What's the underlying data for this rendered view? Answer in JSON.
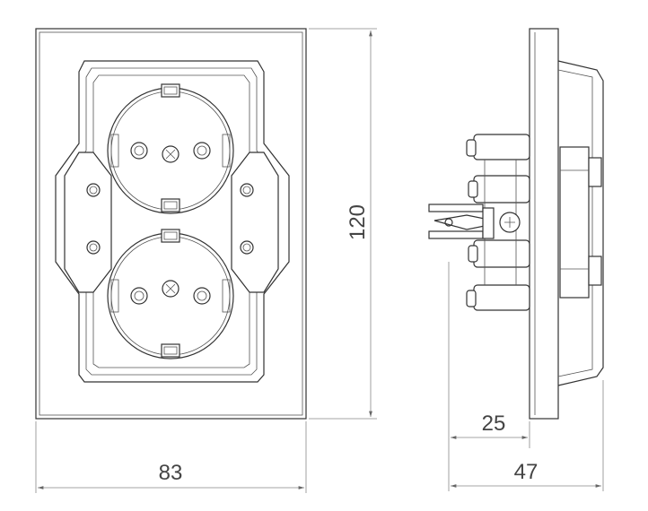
{
  "dimensions": {
    "width": "83",
    "height": "120",
    "depth_total": "47",
    "depth_body": "25"
  }
}
